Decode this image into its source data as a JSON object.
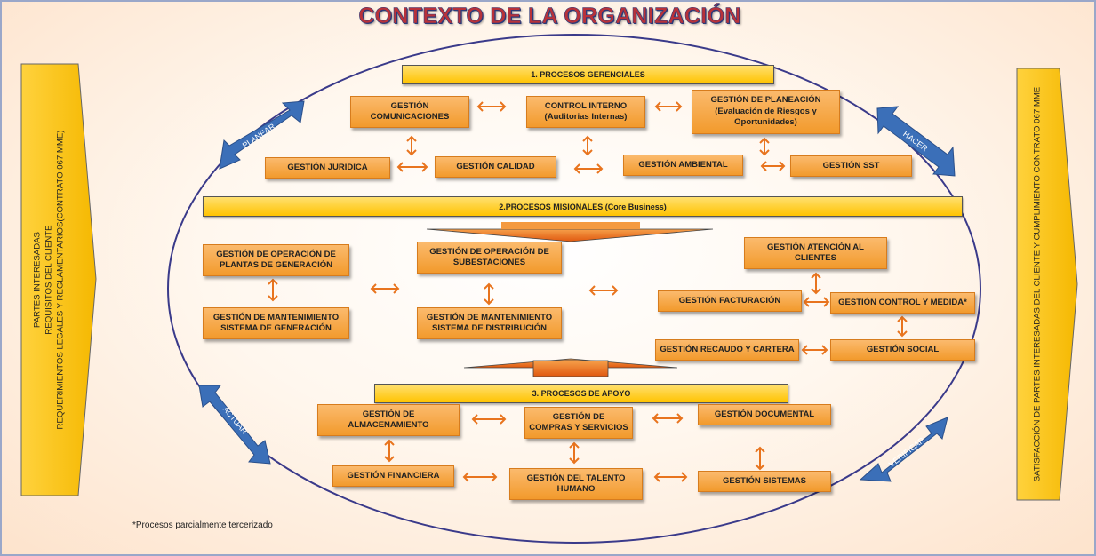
{
  "title": "CONTEXTO DE LA ORGANIZACIÓN",
  "left_panel": "PARTES INTERESADAS\nREQUISITOS DEL CLIENTE\nREQUERIMIENTOS LEGALES Y REGLAMENTARIOS(CONTRATO 067 MME)",
  "right_panel": "SATISFACCIÓN DE PARTES INTERESADAS DEL CLIENTE Y CUMPLIMIENTO CONTRATO 067 MME",
  "cycle": {
    "plan": "PLANEAR",
    "do": "HACER",
    "act": "ACTUAR",
    "check": "VERIFICAR"
  },
  "colors": {
    "box": "#f29a2c",
    "bar": "#ffc300",
    "arrow": "#e8741e",
    "cycle_arrow": "#3b6fb8",
    "title": "#b8323a",
    "ring": "#3a3a8a"
  },
  "gerenciales": {
    "label": "1. PROCESOS GERENCIALES",
    "comunicaciones": "GESTIÓN\nCOMUNICACIONES",
    "control_interno": "CONTROL INTERNO\n(Auditorias Internas)",
    "planeacion": "GESTIÓN DE PLANEACIÓN\n(Evaluación de Riesgos y\nOportunidades)",
    "juridica": "GESTIÓN JURIDICA",
    "calidad": "GESTIÓN CALIDAD",
    "ambiental": "GESTIÓN AMBIENTAL",
    "sst": "GESTIÓN SST"
  },
  "misionales": {
    "label": "2.PROCESOS MISIONALES (Core Business)",
    "operacion_plantas": "GESTIÓN DE OPERACIÓN DE\nPLANTAS DE GENERACIÓN",
    "mantenimiento_generacion": "GESTIÓN DE MANTENIMIENTO\nSISTEMA DE GENERACIÓN",
    "operacion_subestaciones": "GESTIÓN DE OPERACIÓN DE\nSUBESTACIONES",
    "mantenimiento_distribucion": "GESTIÓN DE MANTENIMIENTO\nSISTEMA DE DISTRIBUCIÓN",
    "atencion_clientes": "GESTIÓN ATENCIÓN AL\nCLIENTES",
    "facturacion": "GESTIÓN FACTURACIÓN",
    "control_medida": "GESTIÓN CONTROL Y MEDIDA*",
    "recaudo_cartera": "GESTIÓN RECAUDO Y CARTERA",
    "social": "GESTIÓN SOCIAL"
  },
  "apoyo": {
    "label": "3. PROCESOS DE APOYO",
    "almacenamiento": "GESTIÓN DE\nALMACENAMIENTO",
    "compras": "GESTIÓN DE\nCOMPRAS Y SERVICIOS",
    "documental": "GESTIÓN DOCUMENTAL",
    "financiera": "GESTIÓN FINANCIERA",
    "talento_humano": "GESTIÓN DEL TALENTO\nHUMANO",
    "sistemas": "GESTIÓN SISTEMAS"
  },
  "footnote": "*Procesos parcialmente tercerizado"
}
